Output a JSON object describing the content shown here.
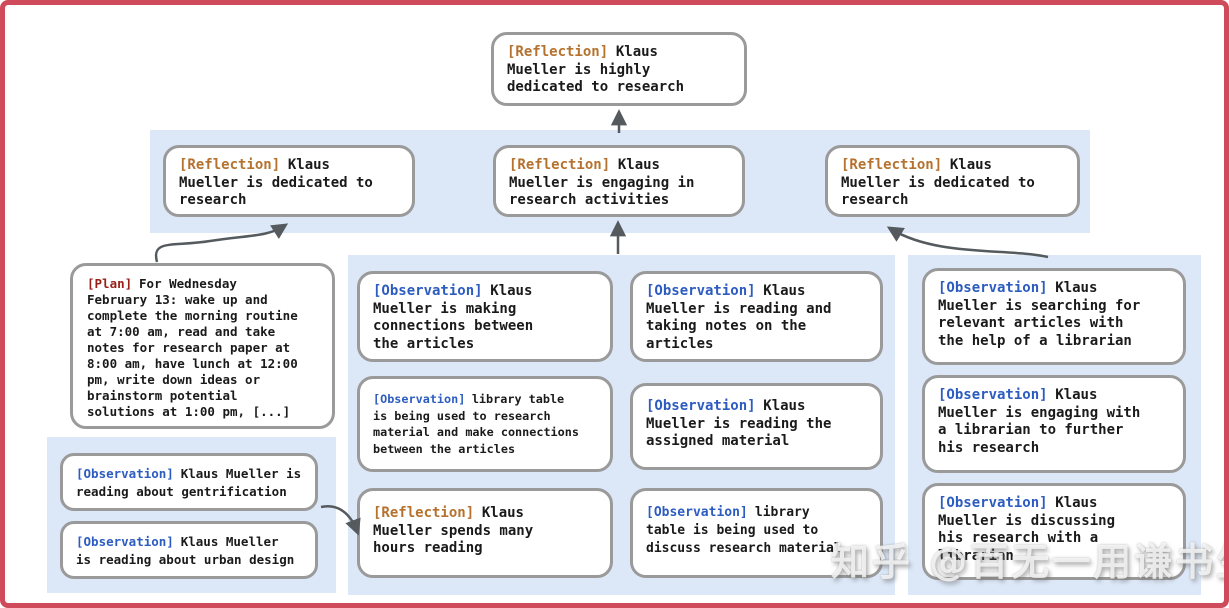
{
  "watermark": {
    "text": "知乎 @百无一用谦书生"
  },
  "colors": {
    "frame_border": "#cf4a5a",
    "band_background": "#dce8f8",
    "node_border": "#9a9a9a",
    "reflection_tag": "#b5722e",
    "observation_tag": "#2d5cc0",
    "plan_tag": "#991f17",
    "arrow": "#555a5e"
  },
  "tree": {
    "root": {
      "tag": "[Reflection]",
      "text": "Klaus\nMueller is highly\ndedicated to research"
    },
    "level2": [
      {
        "tag": "[Reflection]",
        "text": "Klaus\nMueller is dedicated to\nresearch"
      },
      {
        "tag": "[Reflection]",
        "text": "Klaus\nMueller is engaging in\nresearch activities"
      },
      {
        "tag": "[Reflection]",
        "text": "Klaus\nMueller is dedicated to\nresearch"
      }
    ],
    "plan": {
      "tag": "[Plan]",
      "text": "For Wednesday\nFebruary 13: wake up and\ncomplete the morning routine\nat 7:00 am, read and take\nnotes for research paper at\n8:00 am, have lunch at 12:00\npm, write down ideas or\nbrainstorm potential\nsolutions at 1:00 pm, [...]"
    },
    "left_observations": [
      {
        "tag": "[Observation]",
        "text": "Klaus Mueller is\nreading about gentrification"
      },
      {
        "tag": "[Observation]",
        "text": "Klaus Mueller\nis reading about urban design"
      }
    ],
    "middle_col1": [
      {
        "tag": "[Observation]",
        "text": "Klaus\nMueller is making\nconnections between\nthe articles"
      },
      {
        "tag": "[Observation]",
        "text": "library table\nis being used to research\nmaterial and make connections\nbetween the articles"
      },
      {
        "tag": "[Reflection]",
        "text": "Klaus\nMueller spends many\nhours reading"
      }
    ],
    "middle_col2": [
      {
        "tag": "[Observation]",
        "text": "Klaus\nMueller is reading and\ntaking notes on the\narticles"
      },
      {
        "tag": "[Observation]",
        "text": "Klaus\nMueller is reading the\nassigned material"
      },
      {
        "tag": "[Observation]",
        "text": "library\ntable is being used to\ndiscuss research material"
      }
    ],
    "right_col": [
      {
        "tag": "[Observation]",
        "text": "Klaus\nMueller is searching for\nrelevant articles with\nthe help of a librarian"
      },
      {
        "tag": "[Observation]",
        "text": "Klaus\nMueller is engaging with\na librarian to further\nhis research"
      },
      {
        "tag": "[Observation]",
        "text": "Klaus\nMueller is discussing\nhis research with a\nlibrarian"
      }
    ],
    "edges": [
      {
        "from": "level2-middle-reflection",
        "to": "root-reflection"
      },
      {
        "from": "plan-node",
        "to": "level2-left-reflection"
      },
      {
        "from": "middle-observation-group",
        "to": "level2-middle-reflection"
      },
      {
        "from": "right-observation-group",
        "to": "level2-right-reflection"
      },
      {
        "from": "left-observation-group",
        "to": "hours-reading-reflection"
      }
    ]
  }
}
